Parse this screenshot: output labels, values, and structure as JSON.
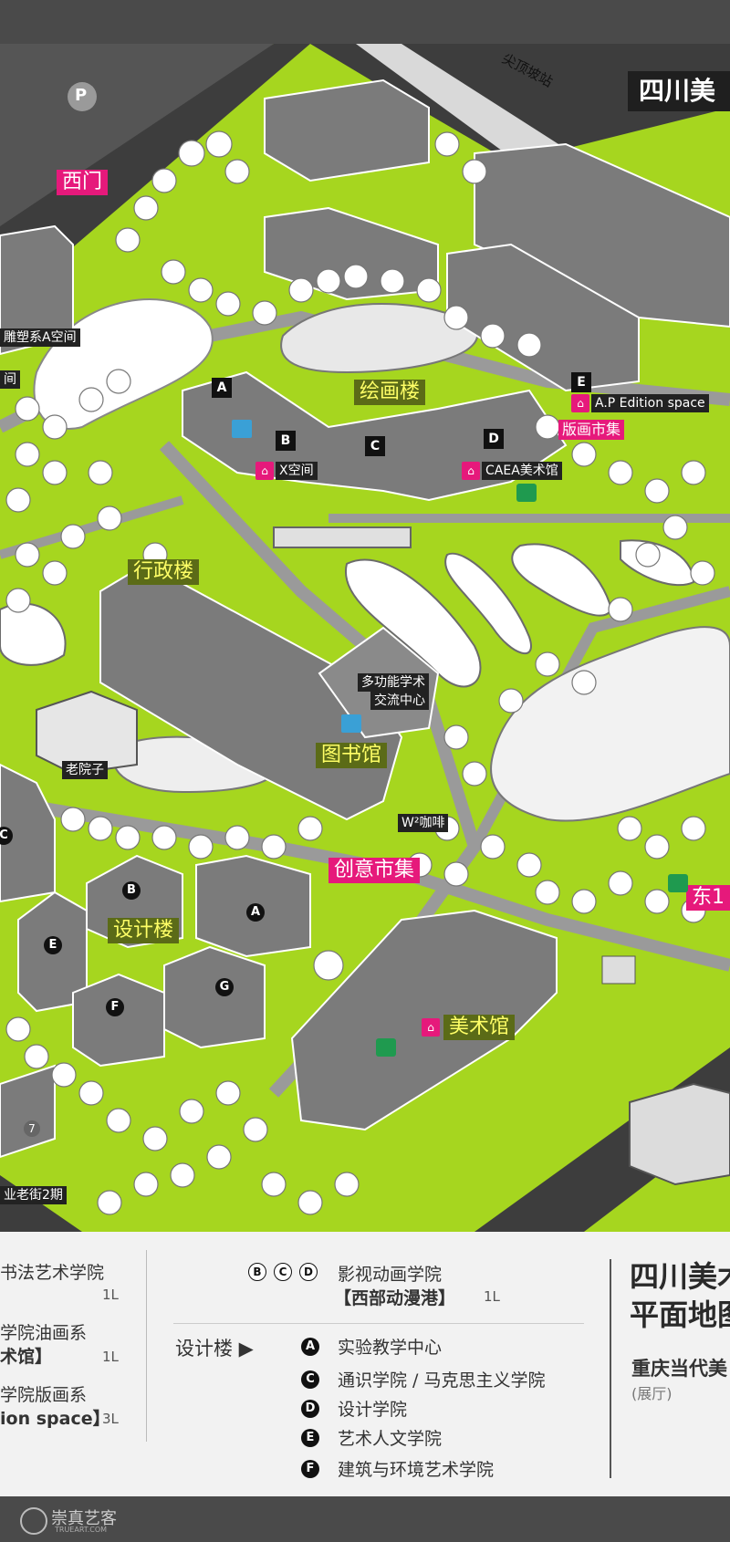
{
  "map": {
    "station": "尖顶坡站",
    "title_partial": "四川美",
    "west_gate": "西门",
    "east_gate_partial": "东1",
    "parking": "P",
    "buildings": {
      "painting": "绘画楼",
      "admin": "行政楼",
      "library": "图书馆",
      "design": "设计楼",
      "art_museum": "美术馆"
    },
    "places": {
      "sculpture_a": "雕塑系A空间",
      "side_left": "间",
      "x_space": "X空间",
      "caea": "CAEA美术馆",
      "ap_edition": "A.P Edition space",
      "print_market": "版画市集",
      "multi_center_line1": "多功能学术",
      "multi_center_line2": "交流中心",
      "old_yard": "老院子",
      "w_cafe": "W²咖啡",
      "creative_market": "创意市集",
      "old_street": "业老街2期",
      "number_7": "7"
    },
    "letters": [
      "A",
      "B",
      "C",
      "D",
      "E",
      "F",
      "G"
    ]
  },
  "legend": {
    "col1": [
      {
        "text": "书法艺术学院",
        "floor": "1L"
      },
      {
        "text": "学院油画系",
        "floor": ""
      },
      {
        "text": "术馆】",
        "floor": "1L"
      },
      {
        "text": "学院版画系",
        "floor": ""
      },
      {
        "text": "ion space】",
        "floor": "3L"
      }
    ],
    "col2_letters": [
      "B",
      "C",
      "D"
    ],
    "col2_top": "影视动画学院",
    "col2_top2": "【西部动漫港】",
    "col2_top_floor": "1L",
    "design_building": "设计楼 ▶",
    "design_items": [
      {
        "letter": "A",
        "text": "实验教学中心"
      },
      {
        "letter": "C",
        "text": "通识学院 / 马克思主义学院"
      },
      {
        "letter": "D",
        "text": "设计学院"
      },
      {
        "letter": "E",
        "text": "艺术人文学院"
      },
      {
        "letter": "F",
        "text": "建筑与环境艺术学院"
      }
    ],
    "right_title1": "四川美术",
    "right_title2": "平面地图",
    "right_sub": "重庆当代美",
    "right_sub2": "(展厅)"
  },
  "footer": {
    "brand": "崇真艺客",
    "brand_en": "TRUEART.COM"
  },
  "colors": {
    "grass": "#a6d61f",
    "road": "#9a9a9a",
    "building": "#7b7b7b",
    "accent_pink": "#e6197b",
    "label_olive": "#5b6b17"
  }
}
